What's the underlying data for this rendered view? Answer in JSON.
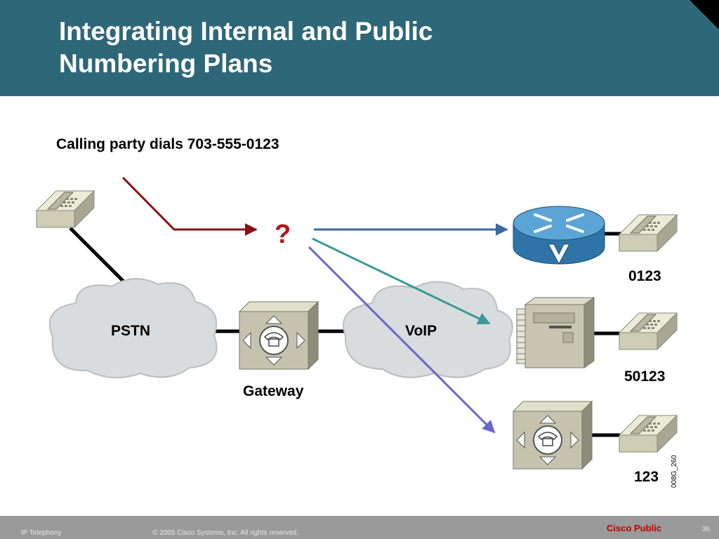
{
  "header": {
    "title_line1": "Integrating Internal and Public",
    "title_line2": "Numbering Plans"
  },
  "diagram": {
    "dial_label": "Calling party dials 703-555-0123",
    "question_mark": "?",
    "pstn_label": "PSTN",
    "voip_label": "VoIP",
    "gateway_label": "Gateway",
    "number_router": "0123",
    "number_pbx": "50123",
    "number_gateway": "123",
    "figure_code": "008G_260",
    "colors": {
      "dial_arrow": "#8b1010",
      "question": "#b01818",
      "router_arrow": "#3a6aa0",
      "pbx_arrow": "#3a9a98",
      "gateway_arrow": "#6a66cc"
    }
  },
  "footer": {
    "left": "IP Telephony",
    "copyright": "© 2005 Cisco Systems, Inc. All rights reserved.",
    "classification": "Cisco Public",
    "page": "36"
  }
}
